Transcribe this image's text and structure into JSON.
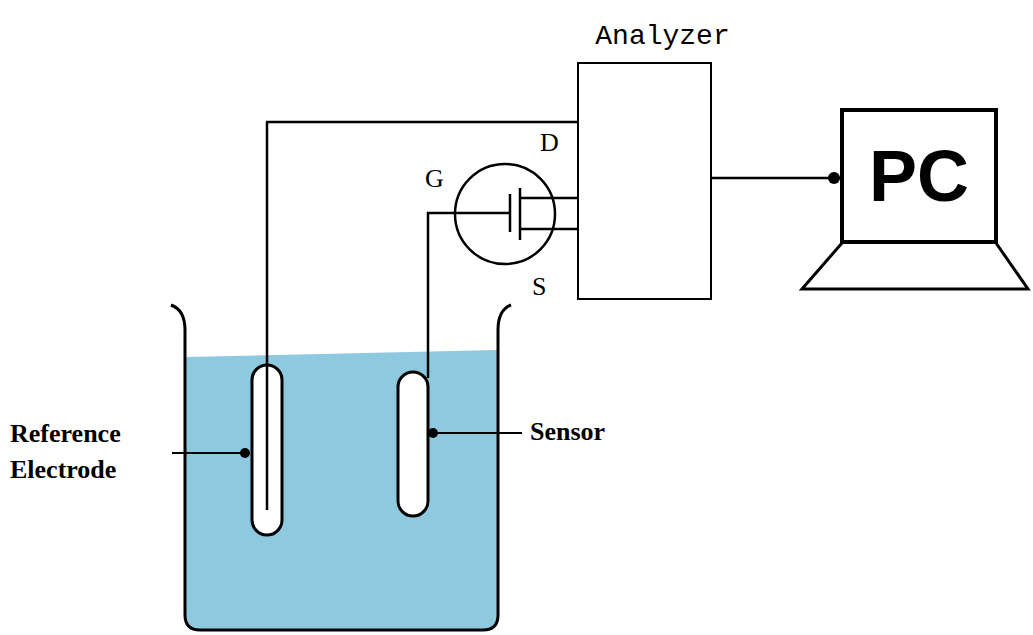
{
  "diagram": {
    "nodes": [
      {
        "text": [
          "Analyzer"
        ]
      },
      {
        "text": [
          "PC"
        ]
      }
    ],
    "edges": [
      {
        "from": 0,
        "to": 1,
        "arrow": "none"
      }
    ],
    "labels": [
      "D",
      "G",
      "S",
      "Reference Electrode",
      "Sensor"
    ]
  }
}
